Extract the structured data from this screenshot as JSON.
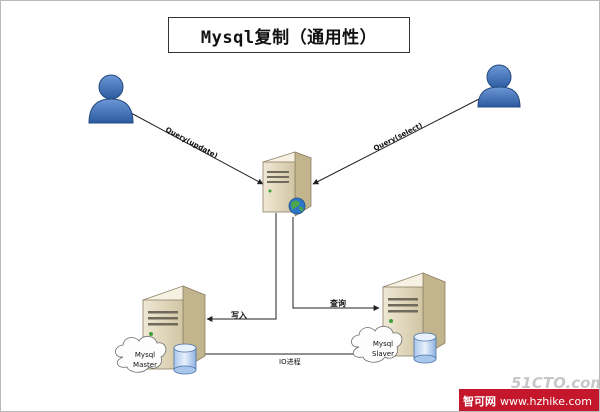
{
  "title": "Mysql复制（通用性）",
  "edges": {
    "query_update": "Query(update)",
    "query_select": "Query(select)",
    "write": "写入",
    "read": "查询",
    "io": "IO进程"
  },
  "nodes": {
    "master_line1": "Mysql",
    "master_line2": "Master",
    "slave_line1": "Mysql",
    "slave_line2": "Slaver"
  },
  "watermark": "51CTO.com",
  "footer": {
    "brand": "智可网",
    "url": "www.hzhike.com"
  }
}
